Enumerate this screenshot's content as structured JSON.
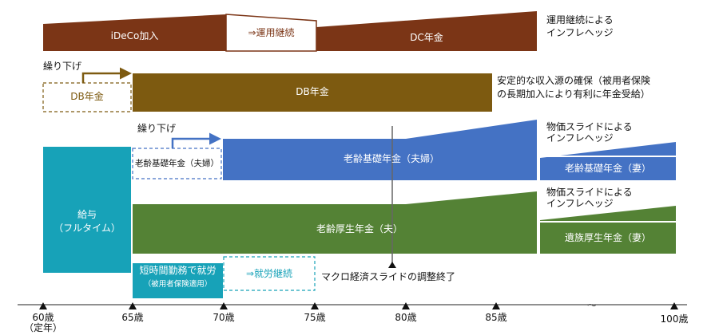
{
  "colors": {
    "brown": "#7b3516",
    "olive": "#7d5a10",
    "blue": "#4472c4",
    "green": "#548235",
    "teal": "#17a2b8",
    "dashed_blue": "#4472c4",
    "dashed_olive": "#7d5a10"
  },
  "ideco": {
    "bar1_label": "iDeCo加入",
    "continue_label": "⇒運用継続",
    "bar2_label": "DC年金",
    "note_line1": "運用継続による",
    "note_line2": "インフレヘッジ"
  },
  "db": {
    "defer_label": "繰り下げ",
    "dashed_label": "DB年金",
    "bar_label": "DB年金",
    "note_line1": "安定的な収入源の確保（被用者保険",
    "note_line2": "の長期加入により有利に年金受給）"
  },
  "basic": {
    "defer_label": "繰り下げ",
    "dashed_label": "老齢基礎年金（夫婦）",
    "bar_label": "老齢基礎年金（夫婦）",
    "wife_label": "老齢基礎年金（妻）",
    "note_line1": "物価スライドによる",
    "note_line2": "インフレヘッジ"
  },
  "salary": {
    "line1": "給与",
    "line2": "（フルタイム）",
    "short_line1": "短時間勤務で就労",
    "short_line2": "（被用者保険適用）",
    "continue_label": "⇒就労継続"
  },
  "employee": {
    "bar_label": "老齢厚生年金（夫）",
    "survivor_label": "遺族厚生年金（妻）",
    "note_line1": "物価スライドによる",
    "note_line2": "インフレヘッジ"
  },
  "macro": {
    "label": "マクロ経済スライドの調整終了"
  },
  "axis": {
    "ticks": [
      "60歳",
      "65歳",
      "70歳",
      "75歳",
      "80歳",
      "85歳",
      "100歳"
    ],
    "sub_label": "（定年）",
    "gap_symbol": "～"
  }
}
